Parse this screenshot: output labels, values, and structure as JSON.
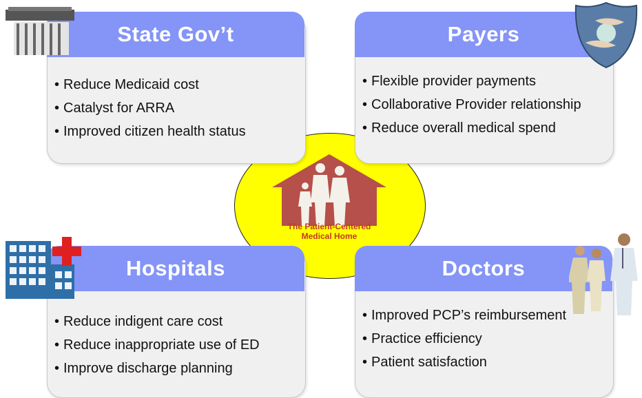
{
  "center": {
    "title_line1": "The Patient-Centered",
    "title_line2": "Medical Home"
  },
  "quadrants": {
    "state": {
      "title": "State Gov’t",
      "bullets": [
        "Reduce Medicaid cost",
        "Catalyst for ARRA",
        "Improved citizen health status"
      ]
    },
    "payers": {
      "title": "Payers",
      "bullets": [
        "Flexible provider payments",
        "Collaborative Provider relationship",
        "Reduce overall medical spend"
      ]
    },
    "hospitals": {
      "title": "Hospitals",
      "bullets": [
        "Reduce indigent care cost",
        "Reduce inappropriate use of ED",
        "Improve discharge planning"
      ]
    },
    "doctors": {
      "title": "Doctors",
      "bullets": [
        "Improved PCP’s reimbursement",
        "Practice efficiency",
        "Patient satisfaction"
      ]
    }
  },
  "colors": {
    "banner": "#8494f7",
    "card": "#f0f0f0",
    "center": "#ffff00",
    "house": "#b5504a"
  }
}
